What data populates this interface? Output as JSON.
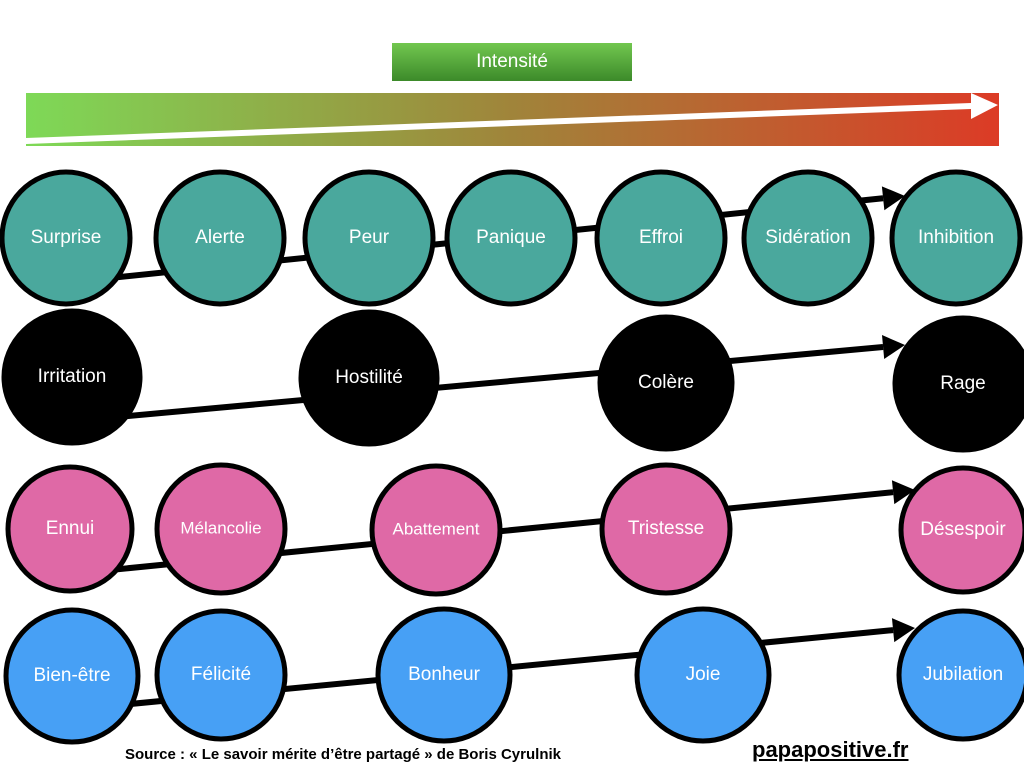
{
  "header": {
    "title": "Intensité"
  },
  "colors": {
    "gradient_start": "#7ed957",
    "gradient_end": "#dc3b26",
    "teal": "#4aa89d",
    "black": "#000000",
    "pink": "#df69a6",
    "blue": "#47a0f5"
  },
  "rows": [
    {
      "name": "peur",
      "color": "#4aa89d",
      "items": [
        "Surprise",
        "Alerte",
        "Peur",
        "Panique",
        "Effroi",
        "Sidération",
        "Inhibition"
      ]
    },
    {
      "name": "colere",
      "color": "#000000",
      "items": [
        "Irritation",
        "Hostilité",
        "Colère",
        "Rage"
      ]
    },
    {
      "name": "tristesse",
      "color": "#df69a6",
      "items": [
        "Ennui",
        "Mélancolie",
        "Abattement",
        "Tristesse",
        "Désespoir"
      ]
    },
    {
      "name": "joie",
      "color": "#47a0f5",
      "items": [
        "Bien-être",
        "Félicité",
        "Bonheur",
        "Joie",
        "Jubilation"
      ]
    }
  ],
  "footer": {
    "source": "Source : « Le savoir mérite d’être partagé » de Boris Cyrulnik",
    "site": "papapositive.fr"
  }
}
